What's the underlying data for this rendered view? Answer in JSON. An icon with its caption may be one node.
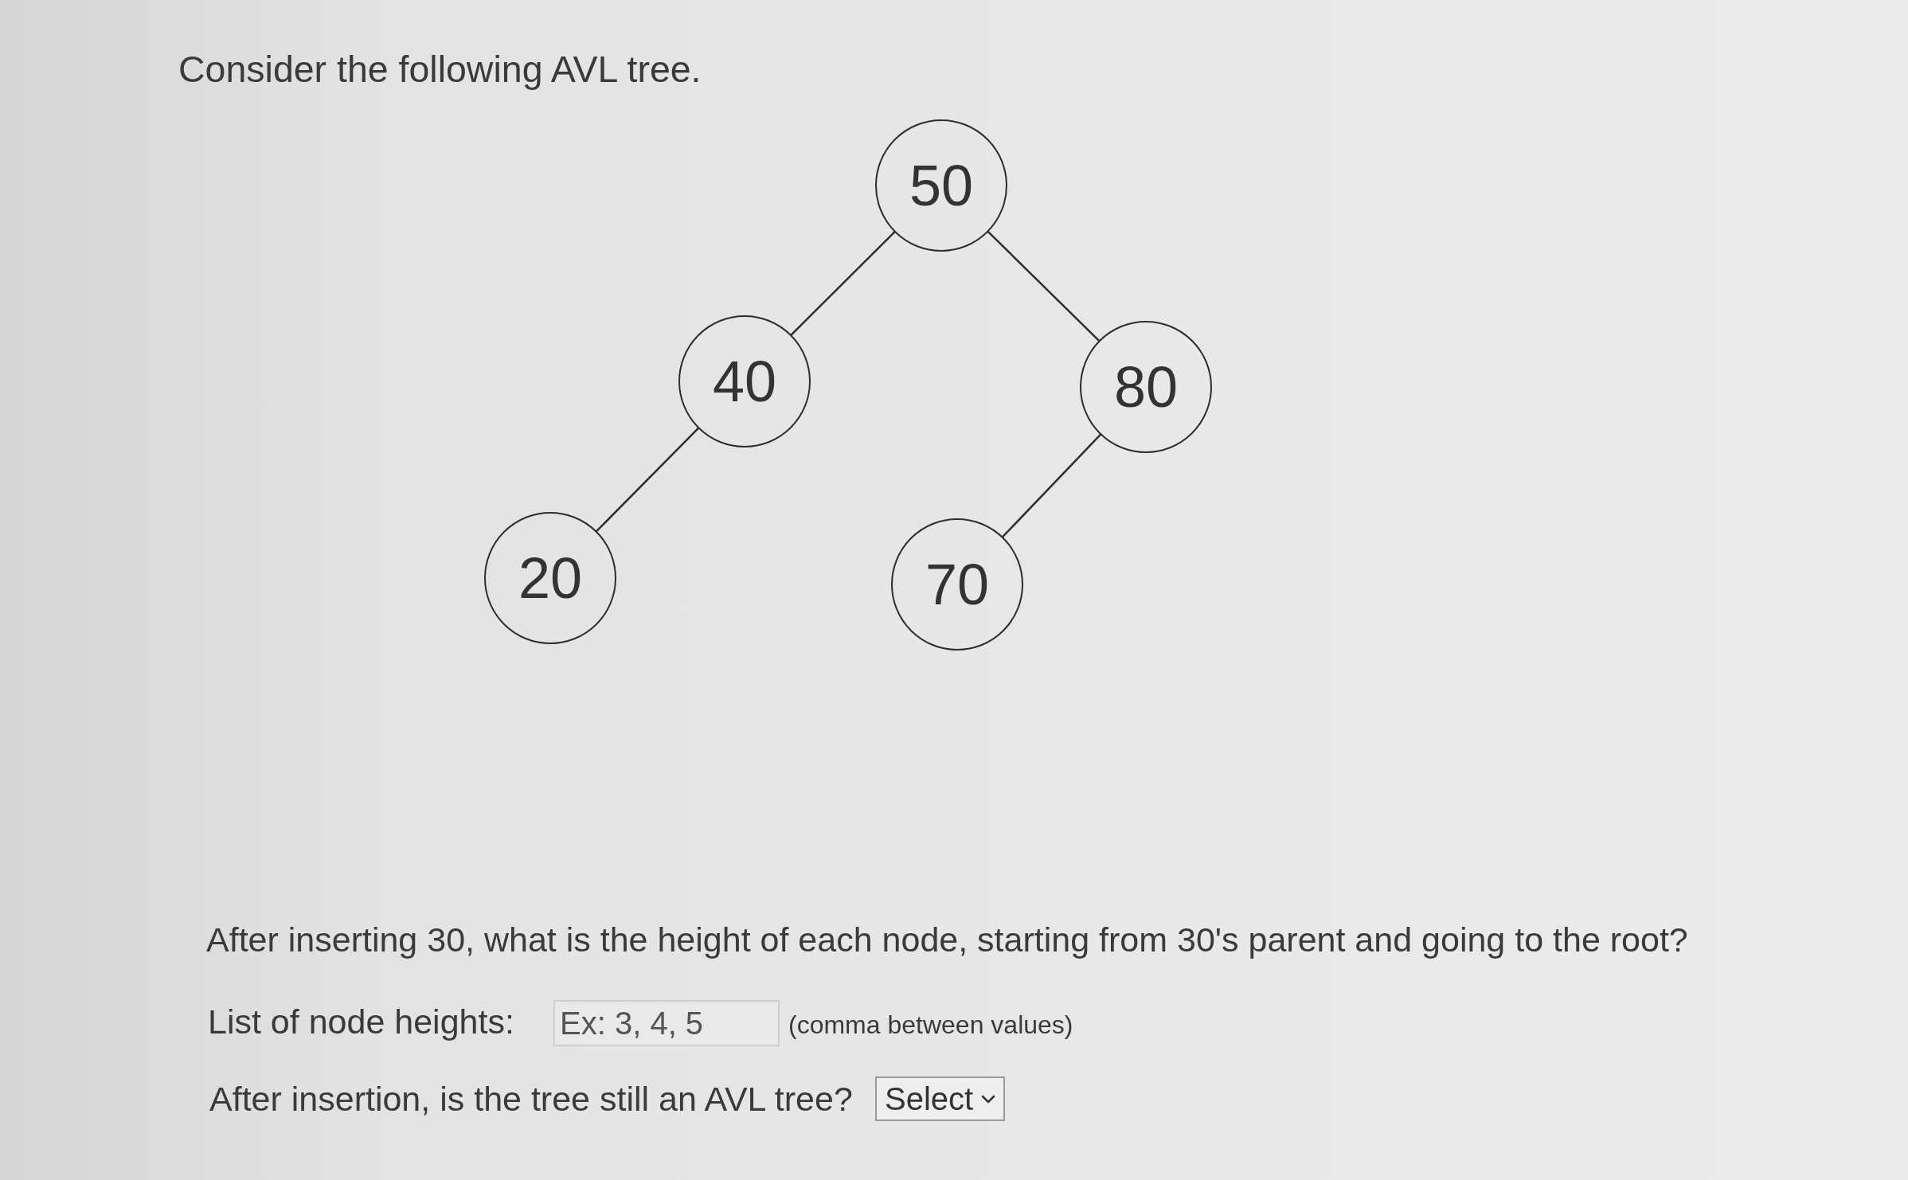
{
  "diagram": {
    "title": "Consider the following AVL tree.",
    "nodes": [
      {
        "text": [
          "50"
        ]
      },
      {
        "text": [
          "40"
        ]
      },
      {
        "text": [
          "80"
        ]
      },
      {
        "text": [
          "20"
        ]
      },
      {
        "text": [
          "70"
        ]
      }
    ],
    "edges": [
      {
        "from": 0,
        "to": 1,
        "arrow": "none"
      },
      {
        "from": 0,
        "to": 2,
        "arrow": "none"
      },
      {
        "from": 1,
        "to": 3,
        "arrow": "none"
      },
      {
        "from": 2,
        "to": 4,
        "arrow": "none"
      }
    ],
    "labels": [
      "After inserting 30, what is the height of each node, starting from 30's parent and going to the root?",
      "List of node heights:",
      "Ex: 3, 4, 5",
      "(comma between values)",
      "After insertion, is the tree still an AVL tree?",
      "Select"
    ]
  }
}
